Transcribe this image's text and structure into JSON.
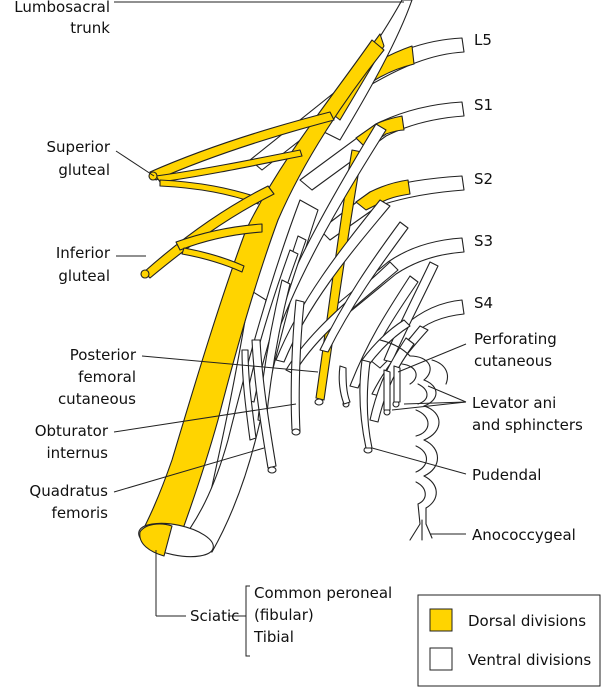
{
  "colors": {
    "dorsal": "#FFD400",
    "ventral": "#FFFFFF",
    "outline": "#222222"
  },
  "labels": {
    "lumbosacral": [
      "Lumbosacral",
      "trunk"
    ],
    "roots": {
      "l5": "L5",
      "s1": "S1",
      "s2": "S2",
      "s3": "S3",
      "s4": "S4"
    },
    "superior_gluteal": [
      "Superior",
      "gluteal"
    ],
    "inferior_gluteal": [
      "Inferior",
      "gluteal"
    ],
    "posterior_femoral": [
      "Posterior",
      "femoral",
      "cutaneous"
    ],
    "obturator": [
      "Obturator",
      "internus"
    ],
    "quadratus": [
      "Quadratus",
      "femoris"
    ],
    "perforating": [
      "Perforating",
      "cutaneous"
    ],
    "levator": [
      "Levator ani",
      "and sphincters"
    ],
    "pudendal": "Pudendal",
    "anococcygeal": "Anococcygeal",
    "sciatic": "Sciatic",
    "sciatic_branches": [
      "Common peroneal",
      "(fibular)",
      "Tibial"
    ]
  },
  "legend": {
    "dorsal": "Dorsal divisions",
    "ventral": "Ventral divisions"
  }
}
